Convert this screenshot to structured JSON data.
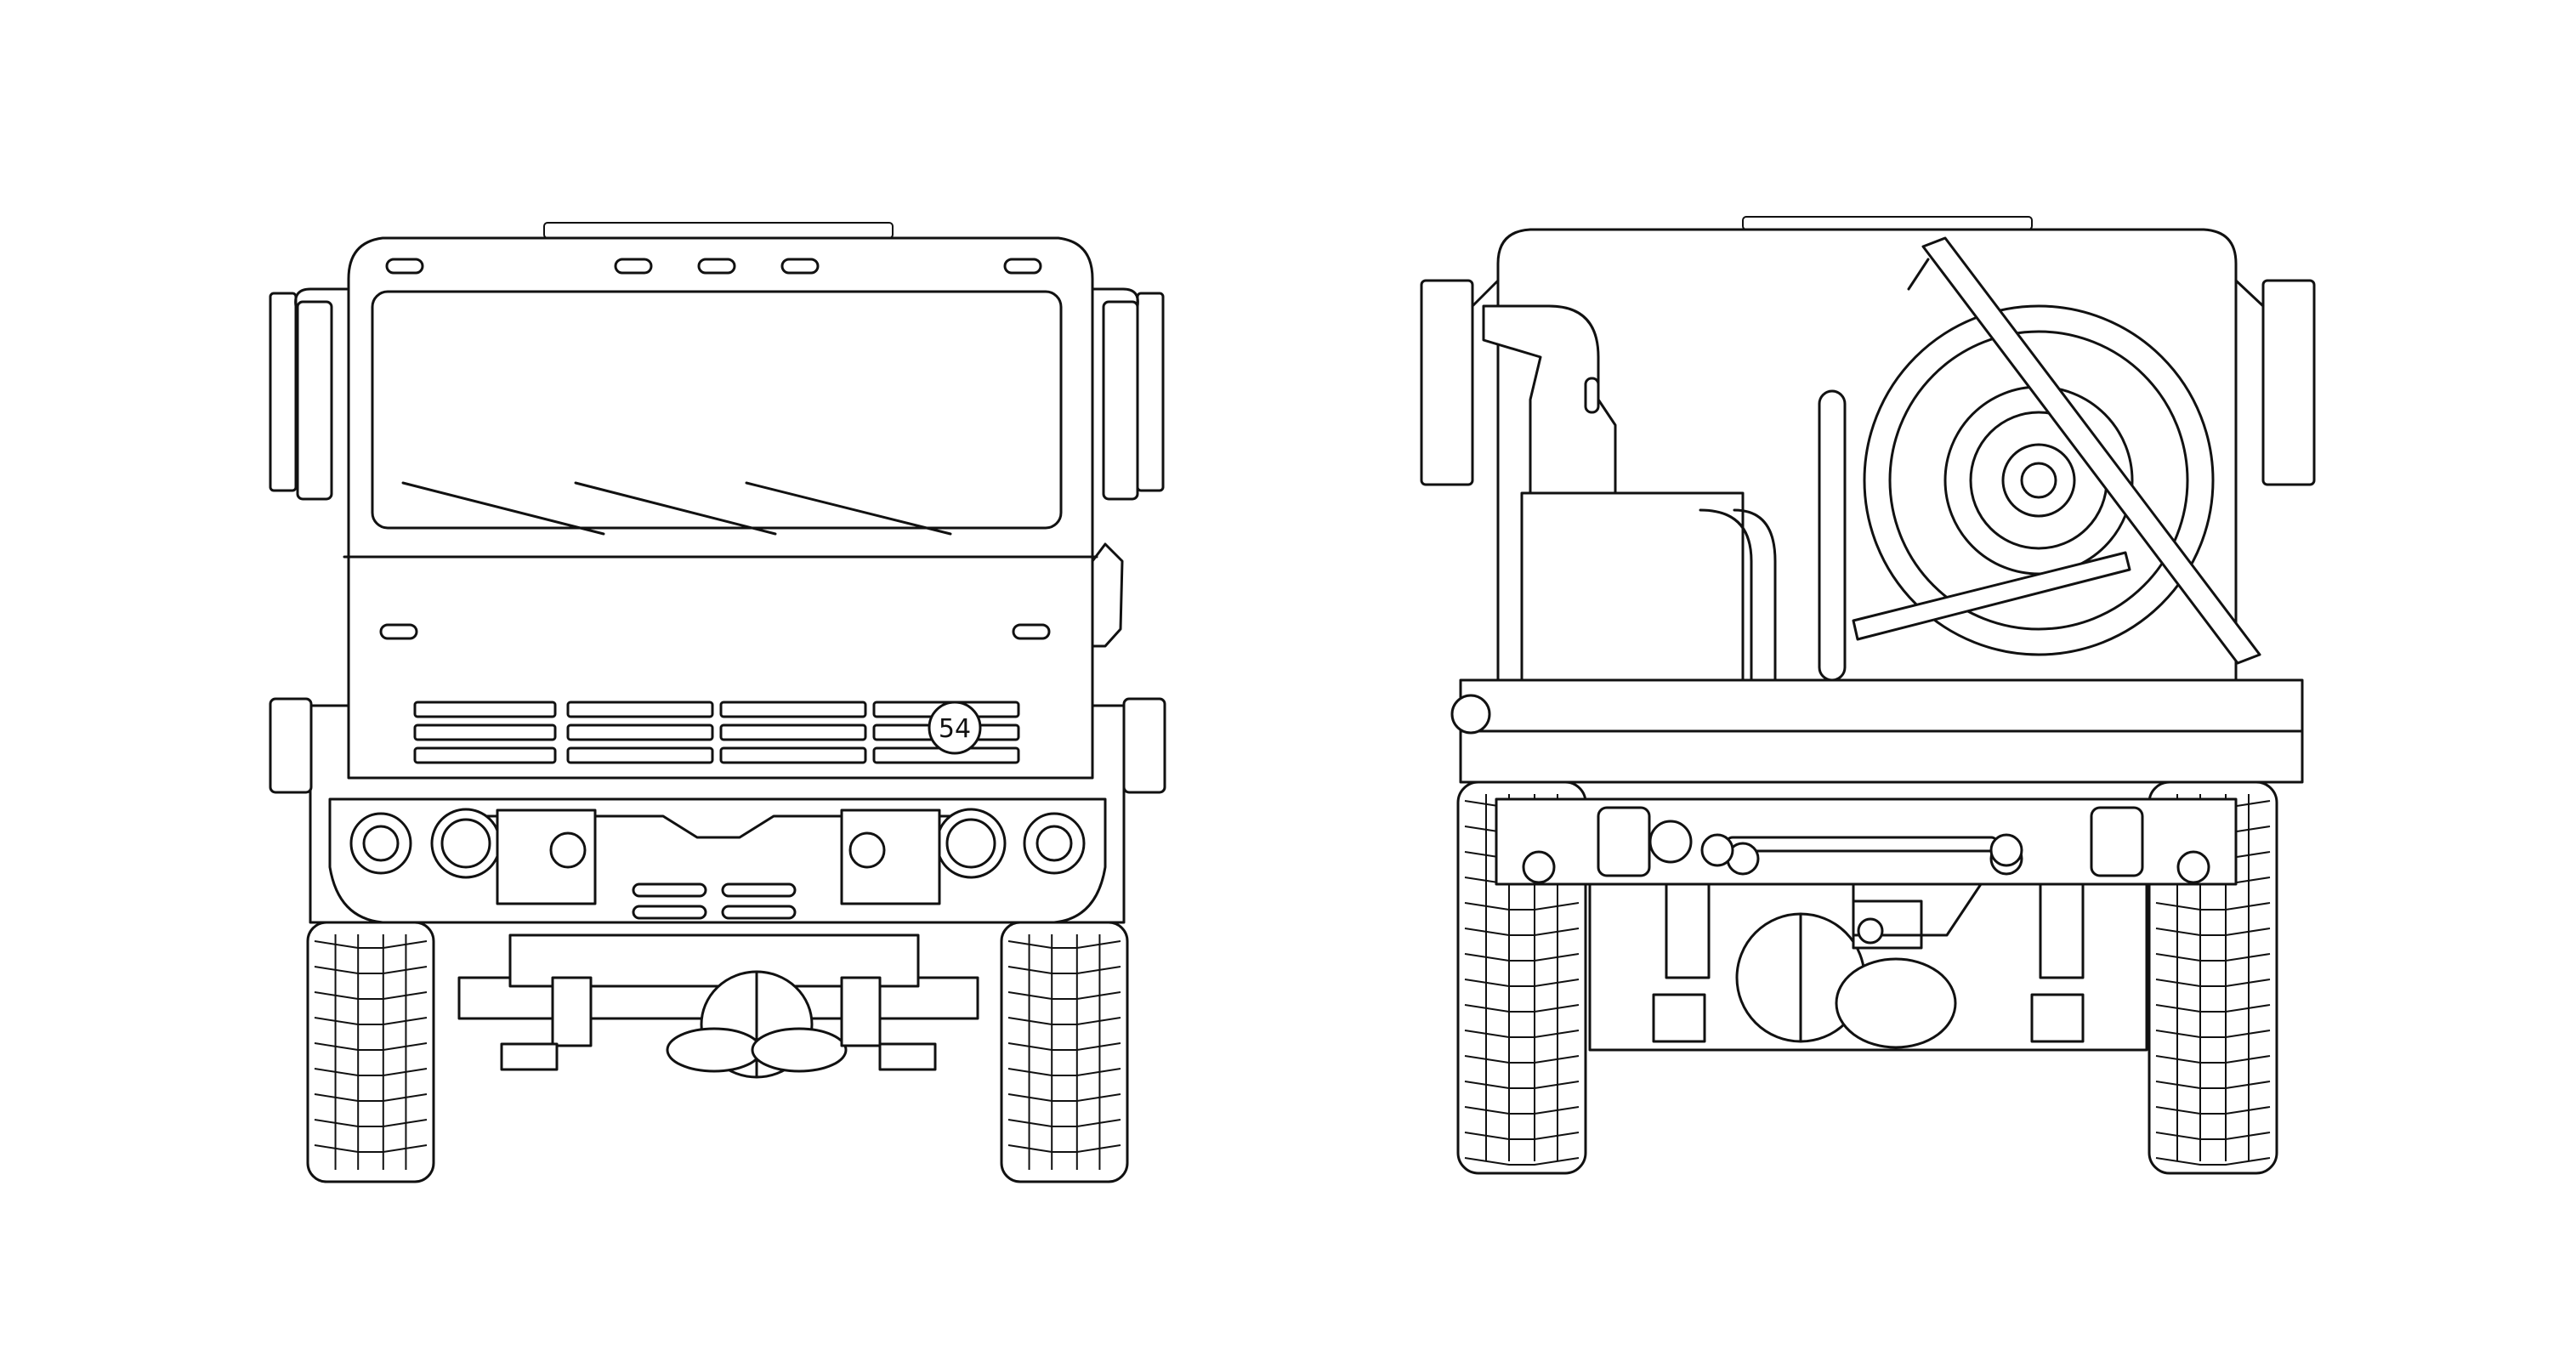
{
  "views": [
    {
      "id": "front",
      "plate_number": "54"
    },
    {
      "id": "rear"
    }
  ],
  "colors": {
    "line": "#111111",
    "background": "#ffffff"
  }
}
